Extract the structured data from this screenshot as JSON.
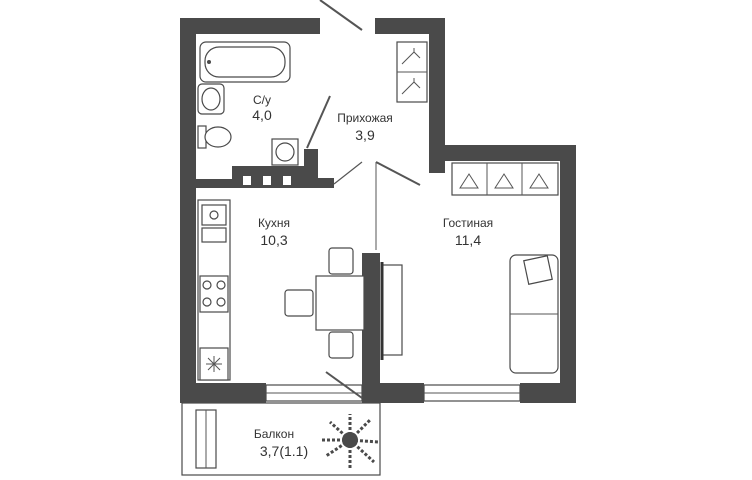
{
  "plan": {
    "wall_color": "#4a4a4a",
    "rooms": [
      {
        "id": "bathroom",
        "label": "С/у",
        "area": "4,0"
      },
      {
        "id": "hallway",
        "label": "Прихожая",
        "area": "3,9"
      },
      {
        "id": "kitchen",
        "label": "Кухня",
        "area": "10,3"
      },
      {
        "id": "living",
        "label": "Гостиная",
        "area": "11,4"
      },
      {
        "id": "balcony",
        "label": "Балкон",
        "area": "3,7(1.1)"
      }
    ]
  }
}
